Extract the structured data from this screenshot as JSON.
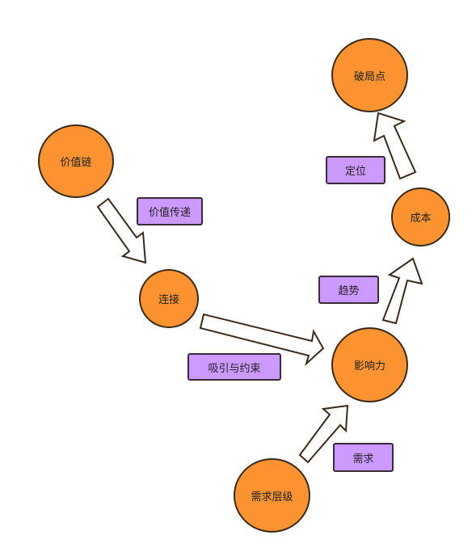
{
  "colors": {
    "node_fill": "#fb9330",
    "label_fill": "#cc99ff",
    "outline": "#3a2a1a",
    "arrow_fill": "#ffffff"
  },
  "nodes": {
    "value_chain": "价值链",
    "connection": "连接",
    "influence": "影响力",
    "cost": "成本",
    "breakthrough": "破局点",
    "demand_levels": "需求层级"
  },
  "labels": {
    "value_transfer": "价值传递",
    "attract_constrain": "吸引与约束",
    "trend": "趋势",
    "positioning": "定位",
    "demand": "需求"
  }
}
